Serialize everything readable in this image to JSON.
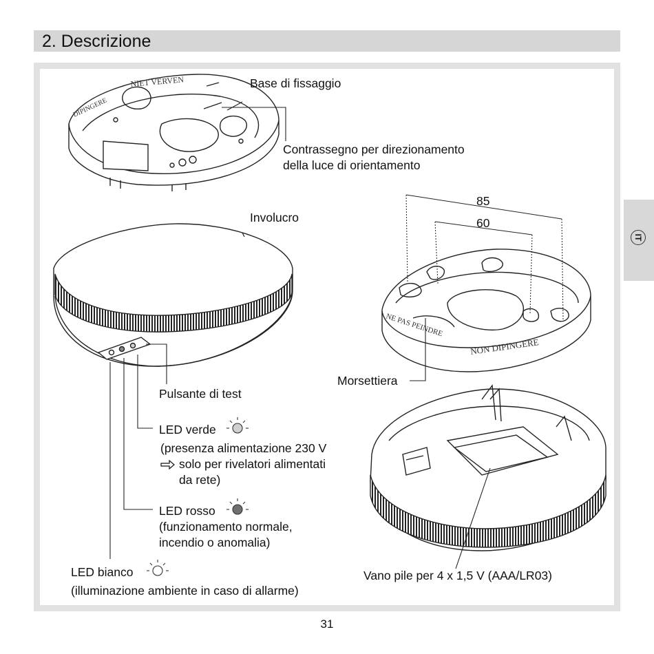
{
  "section_title": "2. Descrizione",
  "side_tab_label": "IT",
  "page_number": "31",
  "labels": {
    "base": "Base di fissaggio",
    "marker_line1": "Contrassegno per direzionamento",
    "marker_line2": "della luce di orientamento",
    "housing": "Involucro",
    "test_button": "Pulsante di test",
    "led_green": "LED verde",
    "led_green_note1": "(presenza alimentazione 230 V",
    "led_green_note2": "solo per rivelatori alimentati",
    "led_green_note3": "da rete)",
    "led_red": "LED rosso",
    "led_red_note1": "(funzionamento normale,",
    "led_red_note2": "incendio o anomalia)",
    "led_white": "LED bianco",
    "led_white_note": "(illuminazione ambiente in caso di allarme)",
    "terminal_block": "Morsettiera",
    "battery_compartment": "Vano pile per 4 x 1,5 V (AAA/LR03)",
    "dim_85": "85",
    "dim_60": "60"
  },
  "base_ring_text": {
    "top": "NIET VERVEN",
    "left": "DIPINGERE",
    "front": "NON DIPINGERE",
    "side": "NE PAS PEINDRE"
  },
  "colors": {
    "header_bg": "#d6d6d6",
    "panel_bg": "#e1e1e1",
    "led_green": "#d0d0d0",
    "led_red": "#7a7a7a",
    "led_white": "#ffffff"
  }
}
